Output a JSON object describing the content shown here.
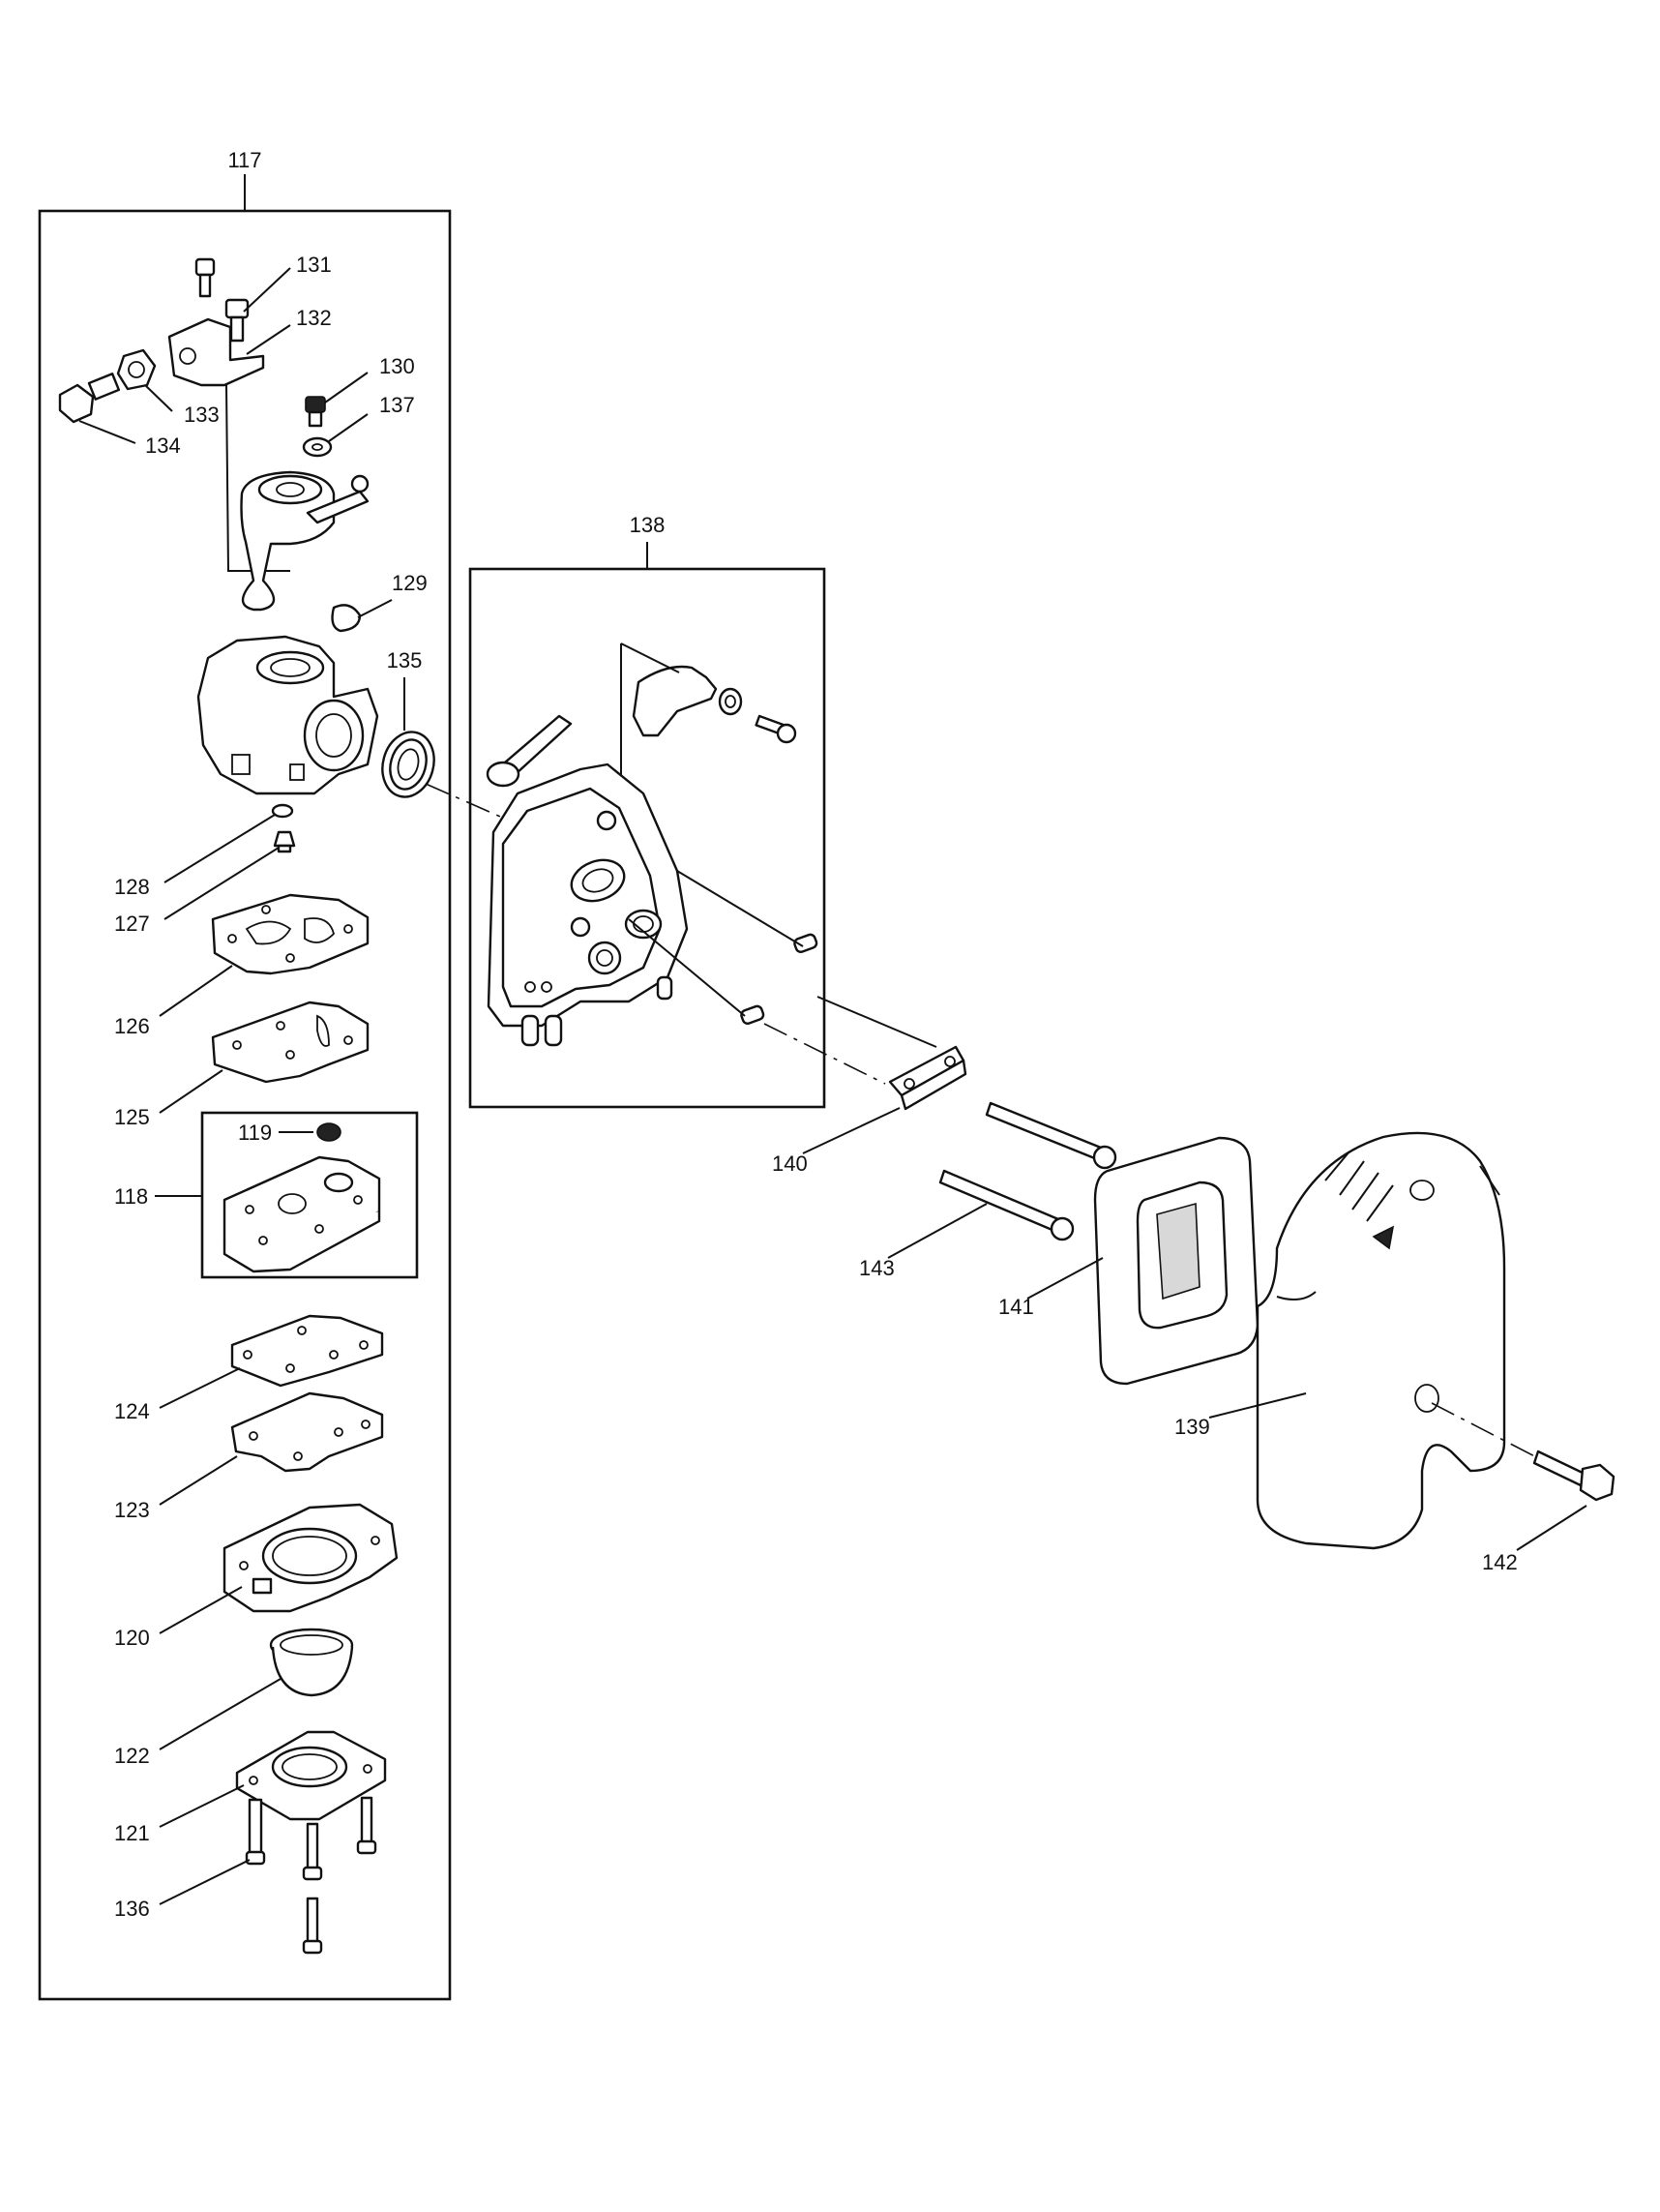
{
  "diagram": {
    "labels": {
      "p117": "117",
      "p118": "118",
      "p119": "119",
      "p120": "120",
      "p121": "121",
      "p122": "122",
      "p123": "123",
      "p124": "124",
      "p125": "125",
      "p126": "126",
      "p127": "127",
      "p128": "128",
      "p129": "129",
      "p130": "130",
      "p131": "131",
      "p132": "132",
      "p133": "133",
      "p134": "134",
      "p135": "135",
      "p136": "136",
      "p137": "137",
      "p138": "138",
      "p139": "139",
      "p140": "140",
      "p141": "141",
      "p142": "142",
      "p143": "143"
    }
  }
}
